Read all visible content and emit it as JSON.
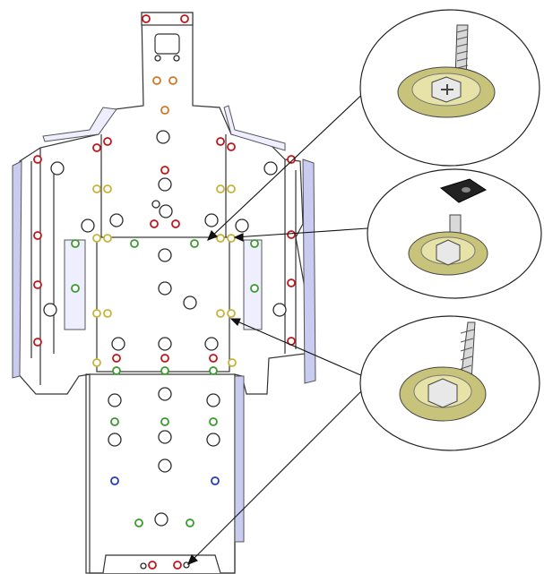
{
  "diagram": {
    "callouts": [
      {
        "id": "bolt-washer",
        "label": ""
      },
      {
        "id": "clip-nut",
        "label": ""
      },
      {
        "id": "screw-washer",
        "label": ""
      }
    ]
  },
  "colors": {
    "outline": "#333333",
    "hole_black": "#2b2b2b",
    "marker_red": "#c0161b",
    "marker_yellow": "#c9b23a",
    "marker_green": "#3a9a2e",
    "marker_orange": "#d07a26",
    "marker_blue": "#1f3bb0",
    "side_panel": "#c9ccf0",
    "washer": "#c8c37a",
    "metal": "#d9d9d9"
  }
}
